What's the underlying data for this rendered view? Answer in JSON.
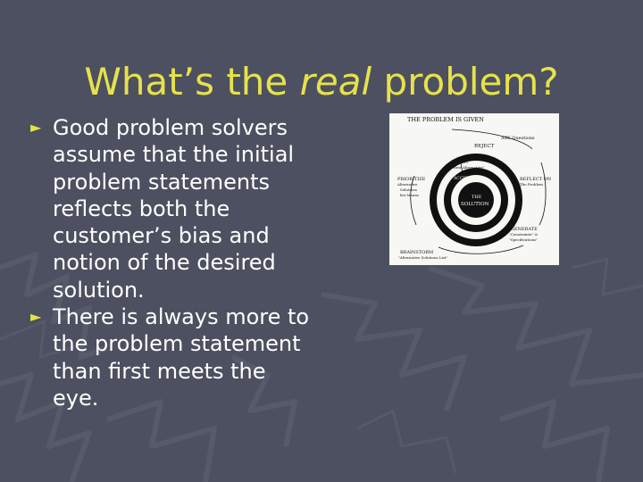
{
  "slide": {
    "title_pre": "What’s the ",
    "title_em": "real",
    "title_post": " problem?",
    "bullet_glyph": "►",
    "bullets": [
      "Good problem solvers assume that the initial problem statements reflects both the customer’s bias and notion of the desired solution.",
      "There is always more to the problem statement than first meets the eye."
    ]
  },
  "figure": {
    "top_label": "THE PROBLEM IS GIVEN",
    "reject": "REJECT",
    "ask": "ASK Questions",
    "test": "TEST",
    "test_sub": "\"Best Alternative\"",
    "accept": "ACCEPT",
    "center_1": "THE",
    "center_2": "SOLUTION",
    "prioritize": "PRIORITIZE",
    "prioritize_sub_1": "Alternative",
    "prioritize_sub_2": "Solutions",
    "prioritize_sub_3": "list Means",
    "reflect": "REFLECT ON",
    "reflect_sub": "The Problem",
    "generate": "GENERATE",
    "generate_sub_1": "\"Constraints\" &",
    "generate_sub_2": "\"Specifications\"",
    "brainstorm": "BRAINSTORM",
    "brainstorm_sub": "\"Alternative Solutions List\""
  },
  "colors": {
    "background": "#4d5060",
    "title": "#e6e24a",
    "text": "#ffffff",
    "bullet": "#e6e24a"
  }
}
